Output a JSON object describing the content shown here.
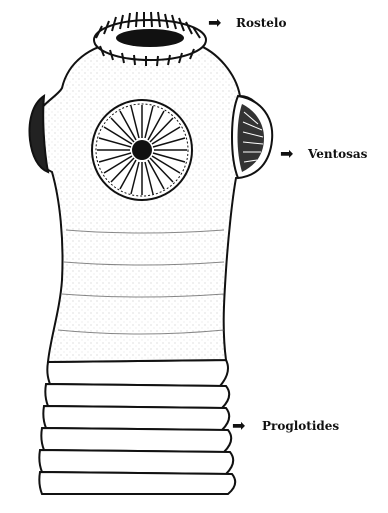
{
  "labels": {
    "rostelo": "Rostelo",
    "ventosas": "Ventosas",
    "proglotides": "Proglotides"
  },
  "icons": {
    "pointer": "arrow-right-icon"
  },
  "colors": {
    "ink": "#111111",
    "background": "#ffffff"
  }
}
